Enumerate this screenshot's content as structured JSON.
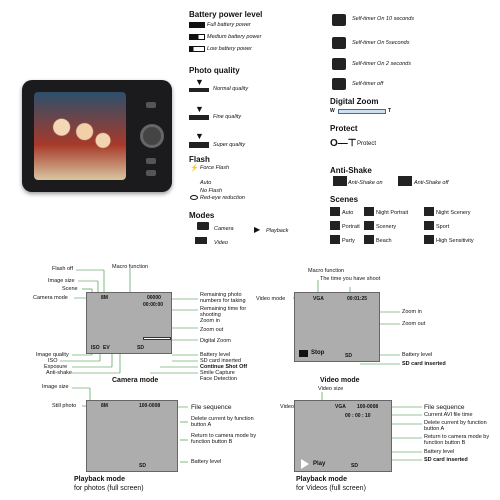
{
  "battery": {
    "title": "Battery power level",
    "full": "Full battery power",
    "medium": "Medium battery power",
    "low": "Low battery power"
  },
  "selftimer": {
    "t10": "Self-timer On 10 seconds",
    "t5": "Self-timer On 5seconds",
    "t2": "Self-timer On 2 seconds",
    "off": "Self-timer off"
  },
  "photo_quality": {
    "title": "Photo quality",
    "normal": "Normal quality",
    "fine": "Fine quality",
    "super": "Super quality"
  },
  "digital_zoom": {
    "title": "Digital Zoom",
    "w": "W",
    "t": "T"
  },
  "protect": {
    "title": "Protect",
    "label": "Protect"
  },
  "flash": {
    "title": "Flash",
    "force": "Force Flash",
    "auto": "Auto",
    "no": "No Flash",
    "redeye": "Red-eye reduction"
  },
  "antishake": {
    "title": "Anti-Shake",
    "on": "Anti-Shake on",
    "off": "Anti-Shake off"
  },
  "modes": {
    "title": "Modes",
    "camera": "Camera",
    "video": "Video",
    "playback": "Playback"
  },
  "scenes": {
    "title": "Scenes",
    "items": [
      "Auto",
      "Night Portrait",
      "Night Scenery",
      "Portrait",
      "Scenery",
      "Sport",
      "Party",
      "Beach",
      "High Sensitivity"
    ]
  },
  "camera_mode": {
    "caption": "Camera mode",
    "left": [
      "Flash off",
      "Image size",
      "Scene",
      "Camera mode",
      "Image quality",
      "ISO",
      "Exposure",
      "Anti-shake"
    ],
    "top": "Macro function",
    "right": [
      "Remaining photo numbers for taking",
      "Remaining time for shooting",
      "Zoom in",
      "Zoom out",
      "Digital Zoom",
      "Battery level",
      "SD card inserted",
      "Continue Shot Off",
      "Smile Capture",
      "Face Detection"
    ],
    "screen": {
      "size": "8M",
      "count": "00000",
      "time": "00:00:00",
      "iso": "ISO",
      "ev": "EV",
      "sd": "SD"
    }
  },
  "video_mode": {
    "caption": "Video mode",
    "left": [
      "Video mode"
    ],
    "top": "Macro function",
    "top2": "The time you have shoot",
    "right": [
      "Zoom in",
      "Zoom out",
      "Battery level",
      "SD card inserted"
    ],
    "screen": {
      "size": "VGA",
      "time": "00:01:25",
      "stop": "Stop",
      "sd": "SD"
    }
  },
  "playback_photo": {
    "caption": "Playback mode",
    "caption2": "for photos (full screen)",
    "left": [
      "Image size",
      "Still photo"
    ],
    "right": [
      "File sequence",
      "Delete current by function button A",
      "Return to camera mode by function button B",
      "Battery level"
    ],
    "screen": {
      "size": "8M",
      "seq": "100-0008",
      "sd": "SD"
    }
  },
  "playback_video": {
    "caption": "Playback mode",
    "caption2": "for Videos (full screen)",
    "left": [
      "Video",
      "Video size"
    ],
    "right": [
      "File sequence",
      "Current AVI file time",
      "Delete current by function button A",
      "Return to camera mode by function button B",
      "Battery level",
      "SD card inserted"
    ],
    "screen": {
      "size": "VGA",
      "seq": "100-0008",
      "time": "00 : 00 : 10",
      "play": "Play",
      "sd": "SD"
    }
  }
}
